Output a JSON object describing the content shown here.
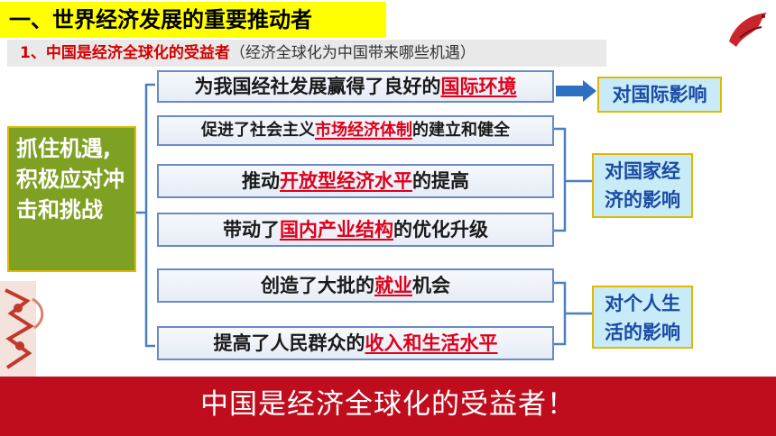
{
  "title": "一、世界经济发展的重要推动者",
  "subtitle": {
    "label": "1、中国是经济全球化的受益者",
    "question": "（经济全球化为中国带来哪些机遇）"
  },
  "left_box": "抓住机遇,积极应对冲击和挑战",
  "items": [
    {
      "pre": "为我国经社发展赢得了良好的",
      "key": "国际环境",
      "post": ""
    },
    {
      "pre": "促进了社会主义",
      "key": "市场经济体制",
      "post": "的建立和健全"
    },
    {
      "pre": "推动",
      "key": "开放型经济水平",
      "post": "的提高"
    },
    {
      "pre": "带动了",
      "key": "国内产业结构",
      "post": "的优化升级"
    },
    {
      "pre": "创造了大批的",
      "key": "就业",
      "post": "机会"
    },
    {
      "pre": "提高了人民群众的",
      "key": "收入和生活水平",
      "post": ""
    }
  ],
  "impacts": {
    "international": "对国际影响",
    "national": "对国家经济的影响",
    "personal": "对个人生活的影响"
  },
  "banner": "中国是经济全球化的受益者！",
  "colors": {
    "highlight": "#e0001a",
    "banner": "#bf0d1e",
    "left_box": "#7fa123",
    "impact_text": "#1b4aa6",
    "title_bg": "#ffff00"
  }
}
